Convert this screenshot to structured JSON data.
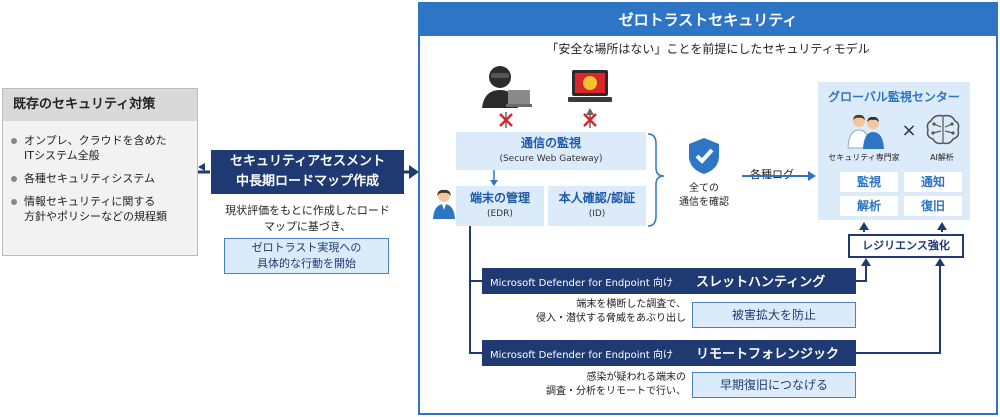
{
  "existing": {
    "title": "既存のセキュリティ対策",
    "items": [
      {
        "line1": "オンプレ、クラウドを含めた",
        "line2": "ITシステム全般"
      },
      {
        "line1": "各種セキュリティシステム",
        "line2": ""
      },
      {
        "line1": "情報セキュリティに関する",
        "line2": "方針やポリシーなどの規程類"
      }
    ]
  },
  "assessment": {
    "title_line1": "セキュリティアセスメント",
    "title_line2": "中長期ロードマップ作成",
    "desc_line1": "現状評価をもとに作成したロード",
    "desc_line2": "マップに基づき、",
    "action_line1": "ゼロトラスト実現への",
    "action_line2": "具体的な行動を開始"
  },
  "zero_trust": {
    "title": "ゼロトラストセキュリティ",
    "subtitle": "「安全な場所はない」ことを前提にしたセキュリティモデル",
    "comm_title": "通信の監視",
    "comm_sub": "(Secure Web Gateway)",
    "device_title": "端末の管理",
    "device_sub": "(EDR)",
    "identity_title": "本人確認/認証",
    "identity_sub": "(ID)",
    "verify_line1": "全ての",
    "verify_line2": "通信を確認",
    "logs": "各種ログ",
    "gsoc": {
      "title": "グローバル監視センター",
      "expert": "セキュリティ専門家",
      "times": "×",
      "ai": "AI解析",
      "monitor": "監視",
      "notify": "通知",
      "analyze": "解析",
      "recover": "復旧"
    },
    "resilience": "レジリエンス強化",
    "threat_hunting": {
      "product": "Microsoft Defender for Endpoint 向け",
      "name": "スレットハンティング",
      "desc_line1": "端末を横断した調査で、",
      "desc_line2": "侵入・潜伏する脅威をあぶり出し",
      "result": "被害拡大を防止"
    },
    "remote_forensics": {
      "product": "Microsoft Defender for Endpoint 向け",
      "name": "リモートフォレンジック",
      "desc_line1": "感染が疑われる端末の",
      "desc_line2": "調査・分析をリモートで行い、",
      "result": "早期復旧につなげる"
    }
  },
  "colors": {
    "navy": "#1f3a73",
    "blue": "#2e75c5",
    "light_blue": "#dcebfa",
    "block_red": "#d9262c",
    "gray_panel": "#f2f2f2"
  }
}
